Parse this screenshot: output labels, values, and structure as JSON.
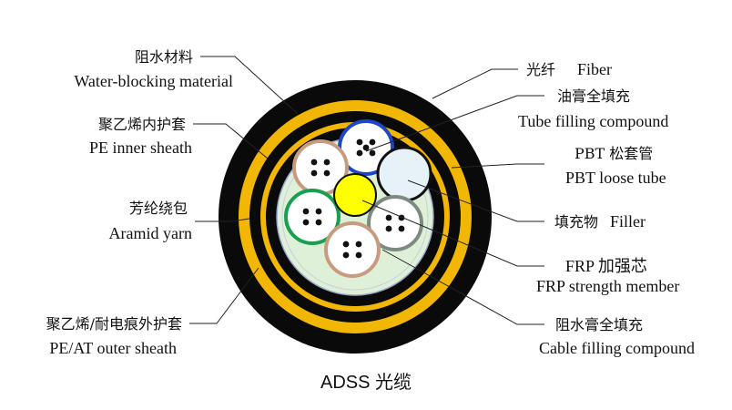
{
  "labels": {
    "water_blocking": {
      "zh": "阻水材料",
      "en": "Water-blocking material"
    },
    "pe_inner_sheath": {
      "zh": "聚乙烯内护套",
      "en": "PE inner sheath"
    },
    "aramid_yarn": {
      "zh": "芳纶绕包",
      "en": "Aramid yarn"
    },
    "outer_sheath": {
      "zh": "聚乙烯/耐电痕外护套",
      "en": "PE/AT outer sheath"
    },
    "fiber": {
      "zh": "光纤",
      "en": "Fiber"
    },
    "tube_filling": {
      "zh": "油膏全填充",
      "en": "Tube filling compound"
    },
    "pbt_tube": {
      "zh": "PBT 松套管",
      "en": "PBT loose tube"
    },
    "filler": {
      "zh": "填充物",
      "en": "Filler"
    },
    "frp": {
      "zh": "FRP 加强芯",
      "en": "FRP strength member"
    },
    "cable_filling": {
      "zh": "阻水膏全填充",
      "en": "Cable filling compound"
    }
  },
  "caption": "ADSS 光缆",
  "colors": {
    "outer_sheath": "#0a0a0a",
    "aramid": "#f2b705",
    "core_fill": "#dff0d8",
    "frp": "#ffff00",
    "tube_blue": "#1e46c8",
    "tube_green": "#18a050",
    "tube_tan": "#c89a80",
    "tube_white": "#444444",
    "tube_gray": "#7c8a80",
    "filler": "#e6f2f8"
  }
}
